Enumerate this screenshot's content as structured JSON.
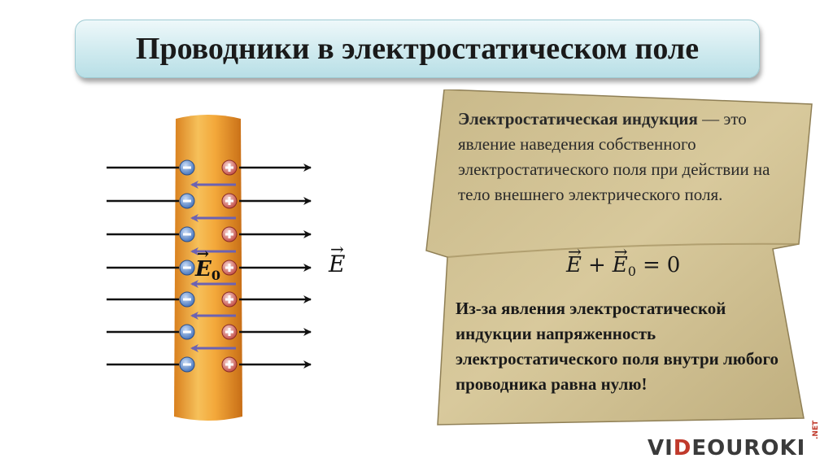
{
  "title": "Проводники в электростатическом поле",
  "diagram": {
    "field_symbol": "E",
    "induced_symbol": "E",
    "induced_subscript": "0",
    "vector_arrow": "→",
    "colors": {
      "rod": "#f2a93a",
      "negative_charge": "#4f7fc7",
      "positive_charge": "#d9534f",
      "inner_field_arrow": "#6b62b3",
      "field_line": "#111111"
    }
  },
  "definition": {
    "term": "Электростатическая индукция",
    "text": " — это явление наведения собственного электростатического поля при действии на тело внешнего электрического поля."
  },
  "equation": {
    "lhs_1": "E",
    "plus": "+",
    "lhs_2": "E",
    "subscript": "0",
    "equals": "=",
    "rhs": "0"
  },
  "conclusion": "Из-за явления электростатической индукции напряженность электростатического поля внутри любого проводника равна нулю!",
  "logo": {
    "pre": "VI",
    "dot": "D",
    "post": "EOUROKI",
    "suffix": ".NET"
  }
}
